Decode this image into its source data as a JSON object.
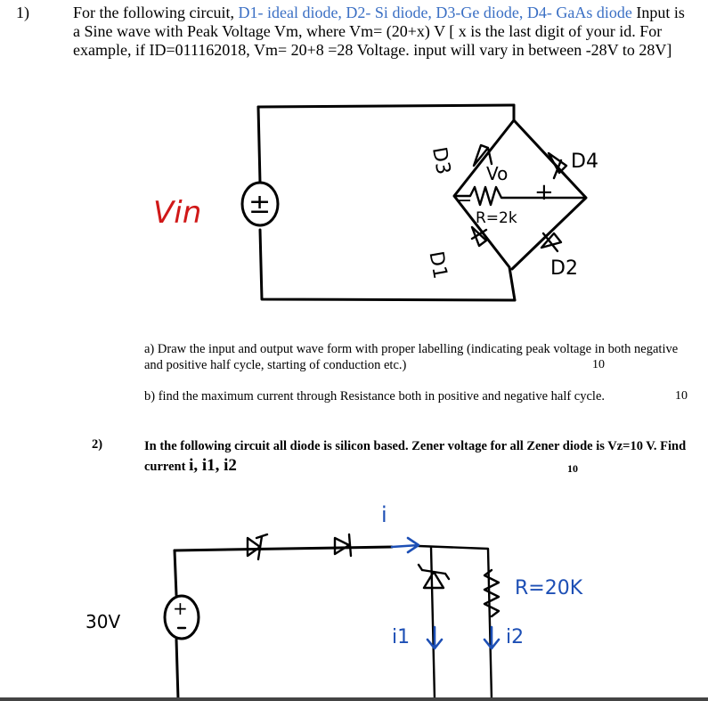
{
  "q1": {
    "number": "1)",
    "line1_start": "For the following circuit, ",
    "line1_blue": "D1- ideal diode, D2- Si diode, D3-Ge diode, D4- GaAs diode",
    "rest": "Input is a Sine wave with Peak Voltage Vm, where Vm= (20+x) V [ x is the last digit of your id. For example, if ID=011162018, Vm= 20+8 =28 Voltage. input will vary in between -28V to 28V]"
  },
  "circuit1": {
    "vin_label": "Vin",
    "source_symbol": "±",
    "d3": "D3",
    "d4": "D4",
    "d1": "D1",
    "d2": "D2",
    "vo": "Vo",
    "minus": "−",
    "plus": "+",
    "resistor": "R=2k"
  },
  "q1a": {
    "text": "a)  Draw the input and output wave form with proper labelling (indicating peak voltage in both negative and positive half cycle, starting of conduction etc.)",
    "points": "10"
  },
  "q1b": {
    "text": "b)  find the maximum current through Resistance both in positive and negative half cycle.",
    "points": "10"
  },
  "q2": {
    "number": "2)",
    "text": "In the following circuit all diode is silicon based. Zener voltage for all Zener diode is Vz=10 V. Find current",
    "vars": "i, i1, i2",
    "points": "10"
  },
  "circuit2": {
    "source_label": "30V",
    "source_symbol": "+",
    "i": "i",
    "i1": "i1",
    "i2": "i2",
    "resistor": "R=20K"
  }
}
